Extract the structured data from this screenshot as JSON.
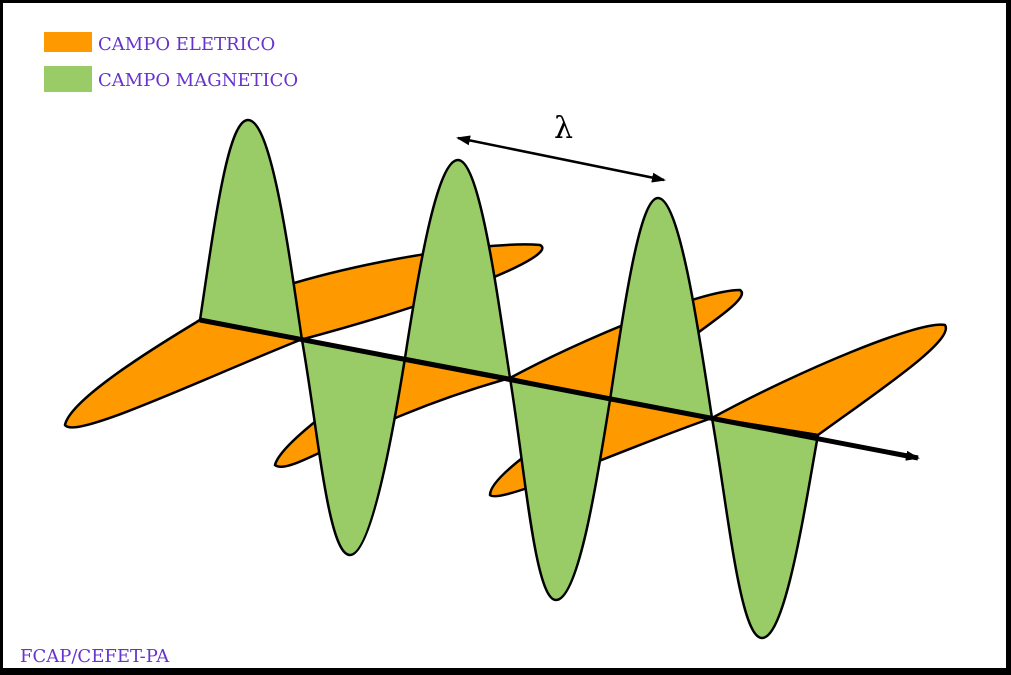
{
  "legend": {
    "electric_label": "CAMPO ELETRICO",
    "magnetic_label": "CAMPO MAGNETICO"
  },
  "wavelength_symbol": "λ",
  "credit": "FCAP/CEFET-PA",
  "colors": {
    "electric": "#ff9900",
    "magnetic": "#99cc66",
    "text": "#6633cc",
    "outline": "#000000"
  }
}
